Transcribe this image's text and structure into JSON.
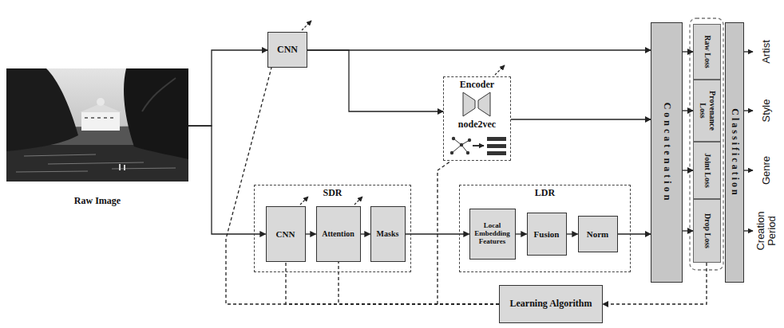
{
  "diagram": {
    "nodes": [
      {
        "text": [
          "Raw Image"
        ]
      },
      {
        "text": [
          "CNN"
        ]
      },
      {
        "text": [
          "Encoder",
          "node2vec"
        ]
      },
      {
        "text": [
          "SDR"
        ]
      },
      {
        "text": [
          "CNN"
        ],
        "in": 3
      },
      {
        "text": [
          "Attention"
        ],
        "in": 3
      },
      {
        "text": [
          "Masks"
        ],
        "in": 3
      },
      {
        "text": [
          "LDR"
        ]
      },
      {
        "text": [
          "Local Embedding Features"
        ],
        "in": 7
      },
      {
        "text": [
          "Fusion"
        ],
        "in": 7
      },
      {
        "text": [
          "Norm"
        ],
        "in": 7
      },
      {
        "text": [
          "Concatenation"
        ]
      },
      {
        "text": [
          "Raw Loss"
        ]
      },
      {
        "text": [
          "Provenance Loss"
        ]
      },
      {
        "text": [
          "Joint Loss"
        ]
      },
      {
        "text": [
          "Drop Loss"
        ]
      },
      {
        "text": [
          "Classification"
        ]
      },
      {
        "text": [
          "Learning Algorithm"
        ]
      }
    ],
    "edges": [
      {
        "from": 0,
        "to": 1,
        "arrow": "to"
      },
      {
        "from": 0,
        "to": 4,
        "arrow": "to"
      },
      {
        "from": 1,
        "to": 11,
        "arrow": "to"
      },
      {
        "from": 1,
        "to": 2,
        "arrow": "to"
      },
      {
        "from": 2,
        "to": 11,
        "arrow": "to"
      },
      {
        "from": 4,
        "to": 5,
        "arrow": "to"
      },
      {
        "from": 5,
        "to": 6,
        "arrow": "to"
      },
      {
        "from": 6,
        "to": 8,
        "arrow": "to"
      },
      {
        "from": 8,
        "to": 9,
        "arrow": "to"
      },
      {
        "from": 9,
        "to": 10,
        "arrow": "to"
      },
      {
        "from": 10,
        "to": 11,
        "arrow": "to"
      },
      {
        "from": 11,
        "to": 12,
        "arrow": "to"
      },
      {
        "from": 11,
        "to": 13,
        "arrow": "to"
      },
      {
        "from": 11,
        "to": 14,
        "arrow": "to"
      },
      {
        "from": 11,
        "to": 15,
        "arrow": "to"
      },
      {
        "from": 15,
        "to": 17,
        "arrow": "to"
      },
      {
        "from": 17,
        "to": 1,
        "arrow": "none"
      },
      {
        "from": 17,
        "to": 4,
        "arrow": "none"
      },
      {
        "from": 17,
        "to": 5,
        "arrow": "none"
      },
      {
        "from": 17,
        "to": 2,
        "arrow": "none"
      }
    ],
    "labels": [
      "Artist",
      "Style",
      "Genre",
      "Creation Period"
    ]
  }
}
